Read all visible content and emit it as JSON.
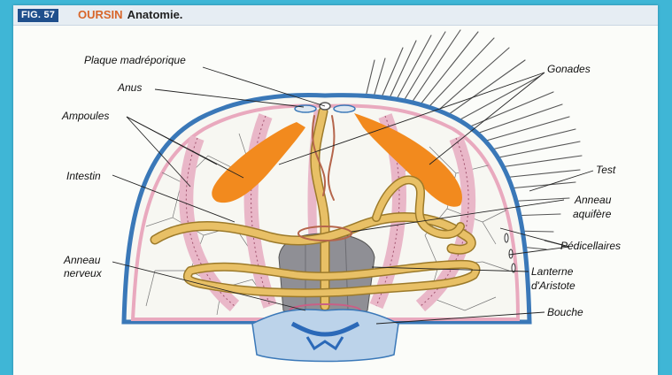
{
  "figure": {
    "number": "FIG. 57",
    "title_accent": "OURSIN",
    "title_rest": "Anatomie."
  },
  "labels": {
    "plaque": "Plaque madréporique",
    "anus": "Anus",
    "ampoules": "Ampoules",
    "intestin": "Intestin",
    "anneau_nerveux_1": "Anneau",
    "anneau_nerveux_2": "nerveux",
    "gonades": "Gonades",
    "test": "Test",
    "anneau_aquifere_1": "Anneau",
    "anneau_aquifere_2": "aquifère",
    "pedicellaires": "Pédicellaires",
    "lanterne_1": "Lanterne",
    "lanterne_2": "d'Aristote",
    "bouche": "Bouche"
  },
  "colors": {
    "background": "#3fb6d6",
    "header_badge": "#1f4f8c",
    "title_accent": "#d8662a",
    "test_blue": "#3a78b8",
    "gonad_orange": "#f28a1e",
    "ambulacra_pink": "#e9b7c8",
    "intestine_yellow": "#e8c066",
    "lantern_grey": "#8f8f95"
  }
}
